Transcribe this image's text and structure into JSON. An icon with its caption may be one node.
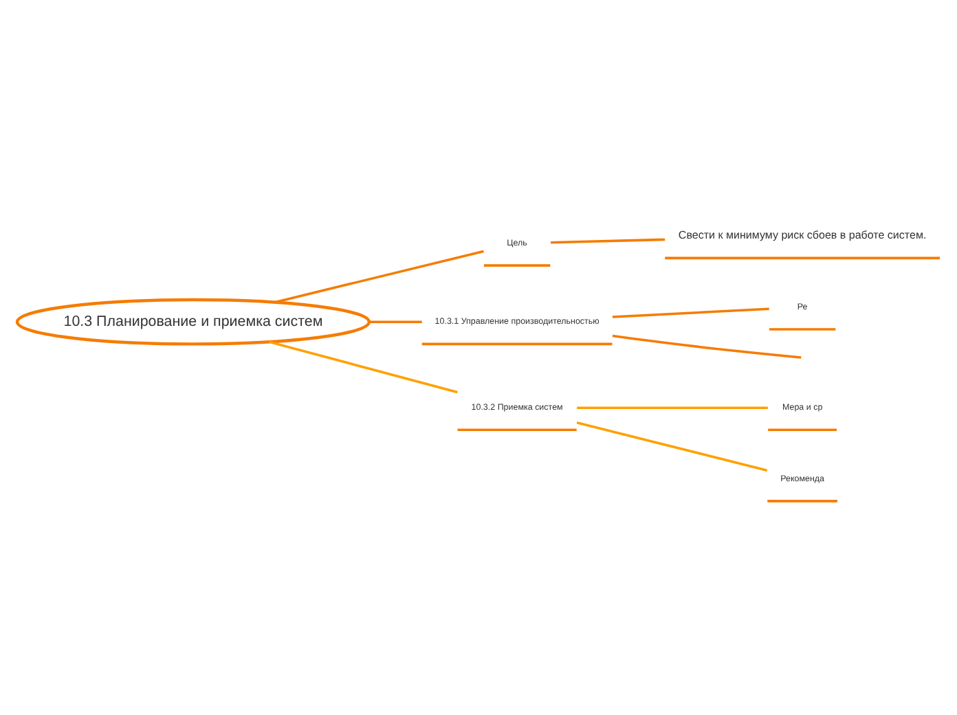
{
  "diagram": {
    "nodes": [
      {
        "text": [
          "10.3 Планирование и приемка систем"
        ]
      },
      {
        "text": [
          "Цель"
        ]
      },
      {
        "text": [
          "Свести к минимуму риск сбоев в работе систем."
        ]
      },
      {
        "text": [
          "10.3.1 Управление производительностью"
        ]
      },
      {
        "text": [
          "Ре"
        ]
      },
      {
        "text": [
          "10.3.2 Приемка систем"
        ]
      },
      {
        "text": [
          "Мера и ср"
        ]
      },
      {
        "text": [
          "Рекоменда"
        ]
      }
    ],
    "edges": [
      {
        "from": 0,
        "to": 1,
        "arrow": "none"
      },
      {
        "from": 1,
        "to": 2,
        "arrow": "none"
      },
      {
        "from": 0,
        "to": 3,
        "arrow": "none"
      },
      {
        "from": 3,
        "to": null,
        "arrow": "none"
      },
      {
        "from": 3,
        "to": 4,
        "arrow": "none"
      },
      {
        "from": 0,
        "to": 5,
        "arrow": "none",
        "color": "#ffa000"
      },
      {
        "from": 5,
        "to": 6,
        "arrow": "none",
        "color": "#ffa000"
      },
      {
        "from": 5,
        "to": 7,
        "arrow": "none",
        "color": "#ffa000"
      }
    ]
  }
}
